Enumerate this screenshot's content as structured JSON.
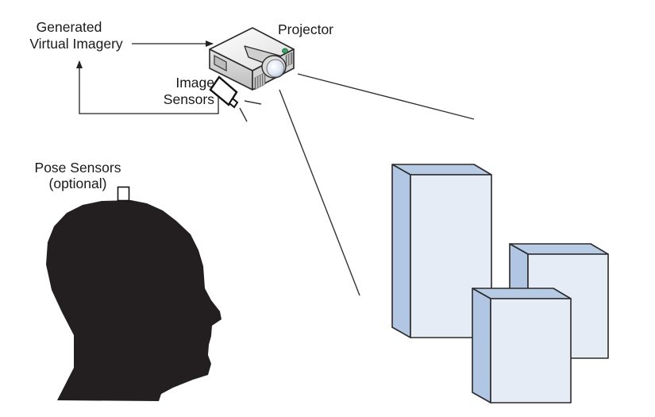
{
  "diagram": {
    "title": "Projector-based augmented reality setup",
    "labels": {
      "generated_line1": "Generated",
      "generated_line2": "Virtual Imagery",
      "projector": "Projector",
      "image_line1": "Image",
      "image_line2": "Sensors",
      "pose_line1": "Pose Sensors",
      "pose_line2": "(optional)"
    },
    "components": [
      {
        "id": "projector",
        "kind": "projector-icon"
      },
      {
        "id": "image-sensor",
        "kind": "camera-icon"
      },
      {
        "id": "pose-sensor",
        "kind": "sensor-icon"
      },
      {
        "id": "user-head",
        "kind": "head-silhouette"
      },
      {
        "id": "physical-objects",
        "kind": "box-icons",
        "count": 3
      }
    ],
    "connections": [
      {
        "from": "generated-virtual-imagery",
        "to": "projector",
        "style": "arrow"
      },
      {
        "from": "image-sensor",
        "to": "generated-virtual-imagery",
        "style": "arrow"
      }
    ],
    "colors": {
      "box_front": "#e6ecf6",
      "box_side": "#b1c6e2",
      "box_top": "#b7cbe5",
      "silhouette": "#231f20",
      "projector_body": "#ececec",
      "indicator": "#3aa36a"
    }
  }
}
